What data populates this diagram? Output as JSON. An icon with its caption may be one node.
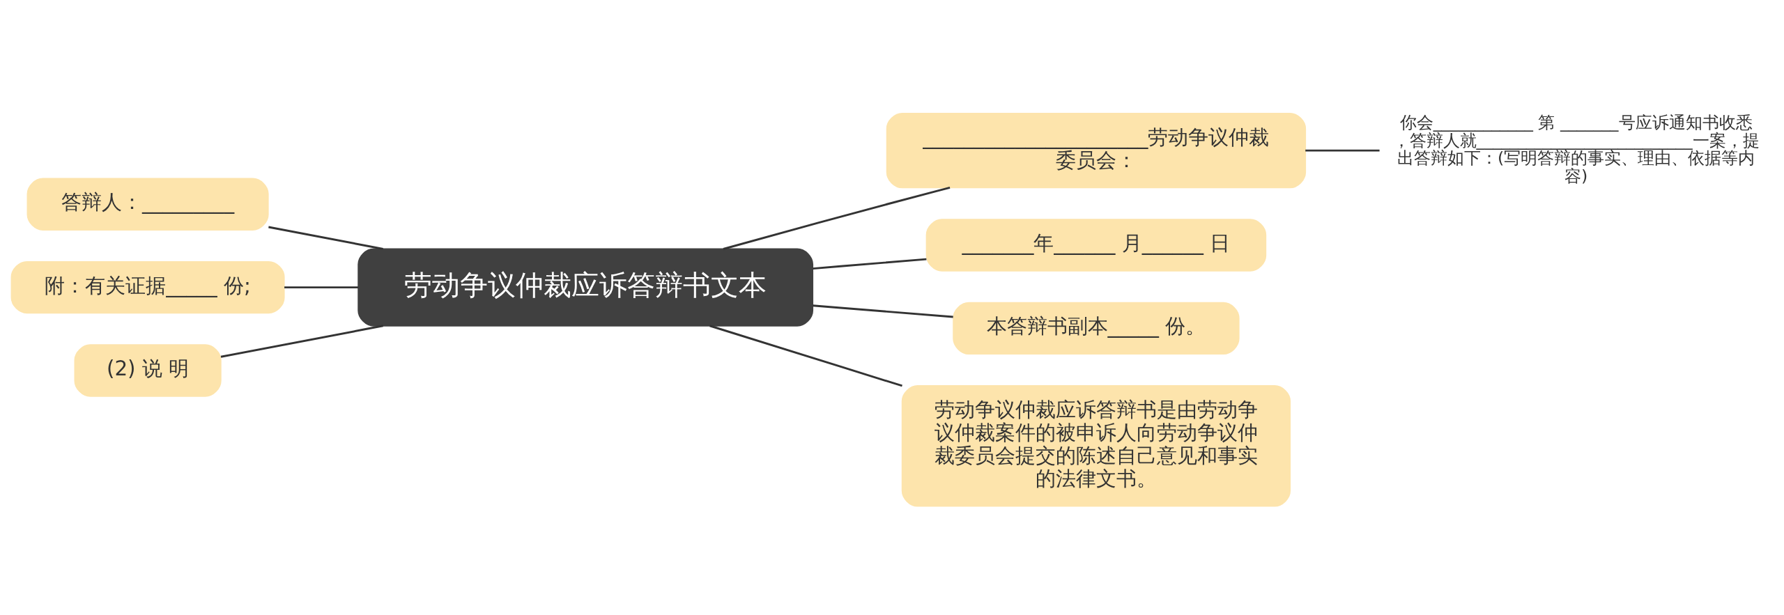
{
  "diagram": {
    "nodes": [
      {
        "text": [
          "劳动争议仲裁应诉答辩书文本"
        ]
      },
      {
        "text": [
          "______________________劳动争议仲裁委员会："
        ]
      },
      {
        "text": [
          "你会____________ 第 _______号应诉通知书收悉，答辩人就__________________________一案，提出答辩如下：(写明答辩的事实、理由、依据等内容)"
        ]
      },
      {
        "text": [
          "_______年______ 月______ 日"
        ]
      },
      {
        "text": [
          "本答辩书副本_____ 份。"
        ]
      },
      {
        "text": [
          "劳动争议仲裁应诉答辩书是由劳动争议仲裁案件的被申诉人向劳动争议仲裁委员会提交的陈述自己意见和事实的法律文书。"
        ]
      },
      {
        "text": [
          "答辩人：_________"
        ]
      },
      {
        "text": [
          "附：有关证据_____ 份;"
        ]
      },
      {
        "text": [
          "(2) 说 明"
        ]
      }
    ],
    "edges": [
      {
        "from": 0,
        "to": 1,
        "arrow": "none"
      },
      {
        "from": 1,
        "to": 2,
        "arrow": "none"
      },
      {
        "from": 0,
        "to": 3,
        "arrow": "none"
      },
      {
        "from": 0,
        "to": 4,
        "arrow": "none"
      },
      {
        "from": 0,
        "to": 5,
        "arrow": "none"
      },
      {
        "from": 0,
        "to": 6,
        "arrow": "none"
      },
      {
        "from": 0,
        "to": 7,
        "arrow": "none"
      },
      {
        "from": 0,
        "to": 8,
        "arrow": "none"
      }
    ]
  }
}
